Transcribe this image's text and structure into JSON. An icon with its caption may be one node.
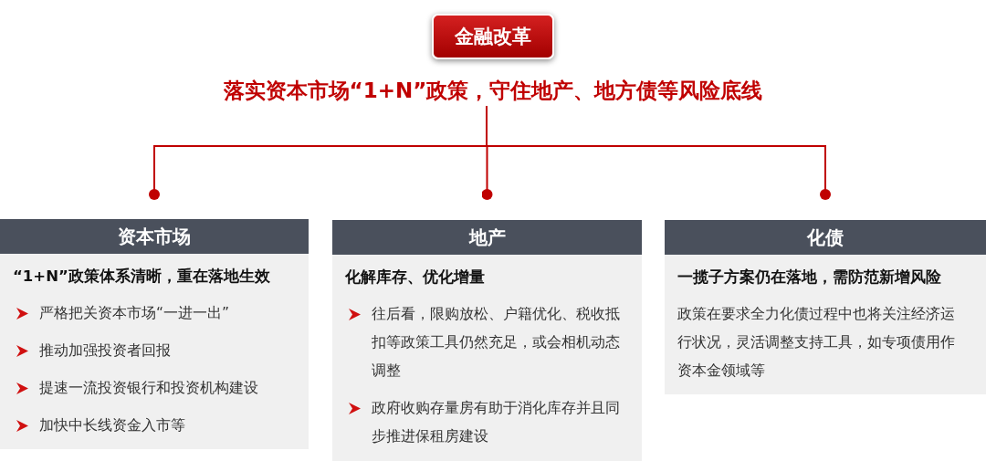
{
  "diagram": {
    "nodes": [
      {
        "text": [
          "金融改革"
        ]
      },
      {
        "text": [
          "落实资本市场“1+N”政策，守住地产、地方债等风险底线"
        ]
      },
      {
        "text": [
          "资本市场",
          "“1+N”政策体系清晰，重在落地生效",
          "严格把关资本市场“一进一出”",
          "推动加强投资者回报",
          "提速一流投资银行和投资机构建设",
          "加快中长线资金入市等"
        ]
      },
      {
        "text": [
          "地产",
          "化解库存、优化增量",
          "往后看，限购放松、户籍优化、税收抵扣等政策工具仍然充足，或会相机动态调整",
          "政府收购存量房有助于消化库存并且同步推进保租房建设"
        ]
      },
      {
        "text": [
          "化债",
          "一揽子方案仍在落地，需防范新增风险",
          "政策在要求全力化债过程中也将关注经济运行状况，灵活调整支持工具，如专项债用作资本金领域等"
        ]
      }
    ],
    "edges": [
      {
        "from": 1,
        "to": 2,
        "arrow": "other"
      },
      {
        "from": 1,
        "to": 3,
        "arrow": "other"
      },
      {
        "from": 1,
        "to": 4,
        "arrow": "other"
      }
    ]
  }
}
